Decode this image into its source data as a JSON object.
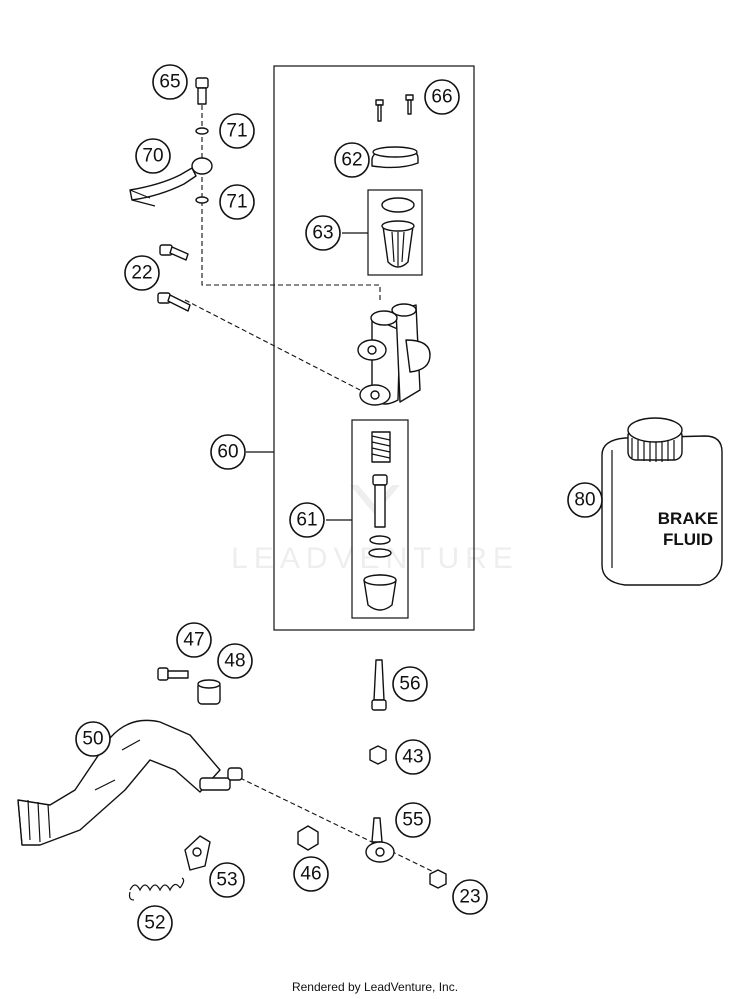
{
  "watermark": "LEADVENTURE",
  "footer": "Rendered by LeadVenture, Inc.",
  "can_label": {
    "line1": "BRAKE",
    "line2": "FLUID"
  },
  "callouts": {
    "c65": "65",
    "c66": "66",
    "c71a": "71",
    "c70": "70",
    "c62": "62",
    "c71b": "71",
    "c63": "63",
    "c22": "22",
    "c60": "60",
    "c61": "61",
    "c80": "80",
    "c47": "47",
    "c48": "48",
    "c56": "56",
    "c50": "50",
    "c43": "43",
    "c55": "55",
    "c53": "53",
    "c46": "46",
    "c52": "52",
    "c23": "23"
  }
}
